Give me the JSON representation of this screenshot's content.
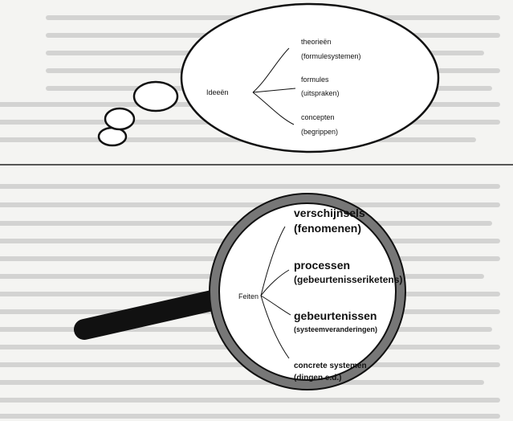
{
  "top_diagram": {
    "root": "Ideeën",
    "branches": [
      {
        "line1": "theorieën",
        "line2": "(formulesystemen)"
      },
      {
        "line1": "formules",
        "line2": "(uitspraken)"
      },
      {
        "line1": "concepten",
        "line2": "(begrippen)"
      }
    ]
  },
  "bottom_diagram": {
    "root": "Feiten",
    "branches": [
      {
        "line1": "verschijnsels",
        "line2": "(fenomenen)"
      },
      {
        "line1": "processen",
        "line2": "(gebeurtenisseriketens)"
      },
      {
        "line1": "gebeurtenissen",
        "line2": "(systeemveranderingen)"
      },
      {
        "line1": "concrete systemen",
        "line2": "(dingen e.d.)"
      }
    ]
  }
}
